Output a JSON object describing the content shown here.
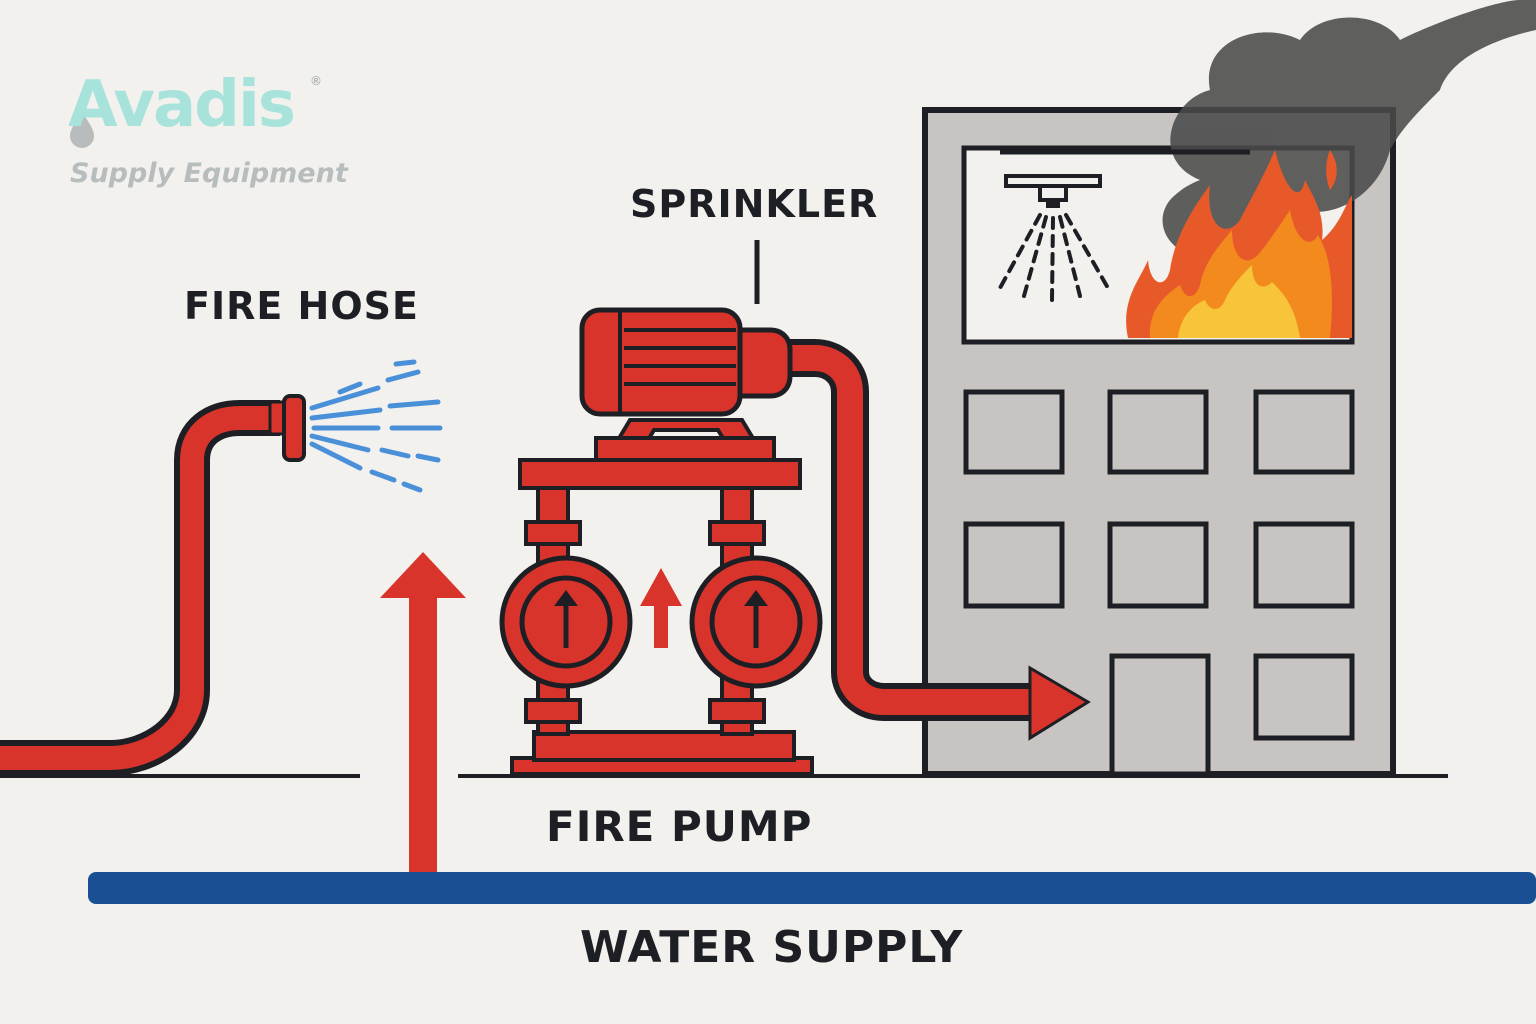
{
  "logo": {
    "name": "Avadis",
    "registered_mark": "®",
    "tagline": "Supply Equipment"
  },
  "labels": {
    "sprinkler": "SPRINKLER",
    "fire_hose": "FIRE HOSE",
    "fire_pump": "FIRE PUMP",
    "water_supply": "WATER SUPPLY"
  },
  "colors": {
    "pump_red": "#d9342b",
    "outline": "#1d1f24",
    "water_pipe_blue": "#1b4f93",
    "spray_blue": "#4a90d9",
    "building_gray": "#c7c4c2",
    "smoke": "#4a4a4a",
    "logo_teal": "#a8e3db"
  },
  "icons": {
    "sprinkler_head": "sprinkler-icon",
    "flame": "fire-icon",
    "smoke": "smoke-icon",
    "flow_arrow": "arrow-up-icon",
    "water_drop": "water-drop-icon"
  }
}
